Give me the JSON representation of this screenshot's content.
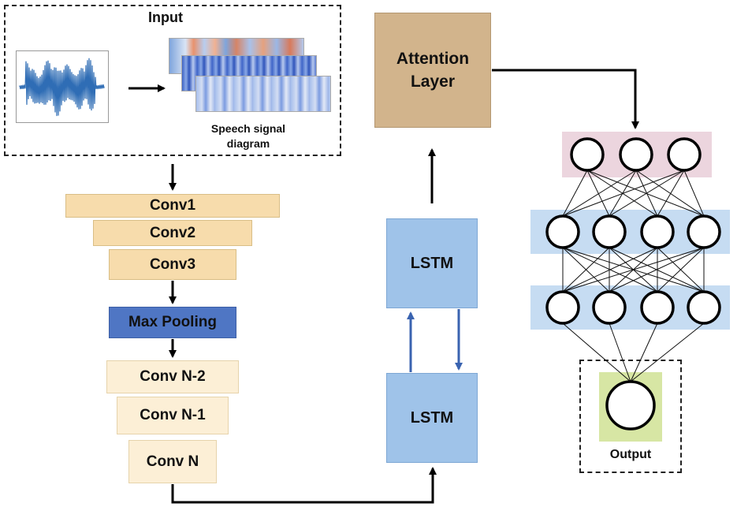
{
  "input": {
    "title": "Input",
    "caption_line1": "Speech signal",
    "caption_line2": "diagram"
  },
  "cnn": {
    "conv1": "Conv1",
    "conv2": "Conv2",
    "conv3": "Conv3",
    "max_pooling": "Max Pooling",
    "conv_n2": "Conv N-2",
    "conv_n1": "Conv N-1",
    "conv_n": "Conv N"
  },
  "rnn": {
    "lstm_top": "LSTM",
    "lstm_bottom": "LSTM"
  },
  "attention": {
    "line1": "Attention",
    "line2": "Layer"
  },
  "network": {
    "output_label": "Output",
    "layer_sizes": [
      3,
      4,
      4,
      1
    ]
  },
  "colors": {
    "conv": "#f7dcac",
    "conv_light": "#fcefd6",
    "max_pooling": "#4f76c4",
    "lstm": "#9fc3e9",
    "attention": "#d2b48c",
    "nn_top_band": "#ecd5de",
    "nn_hidden_band": "#c6dcf2",
    "output_node_bg": "#d7e6a4"
  }
}
